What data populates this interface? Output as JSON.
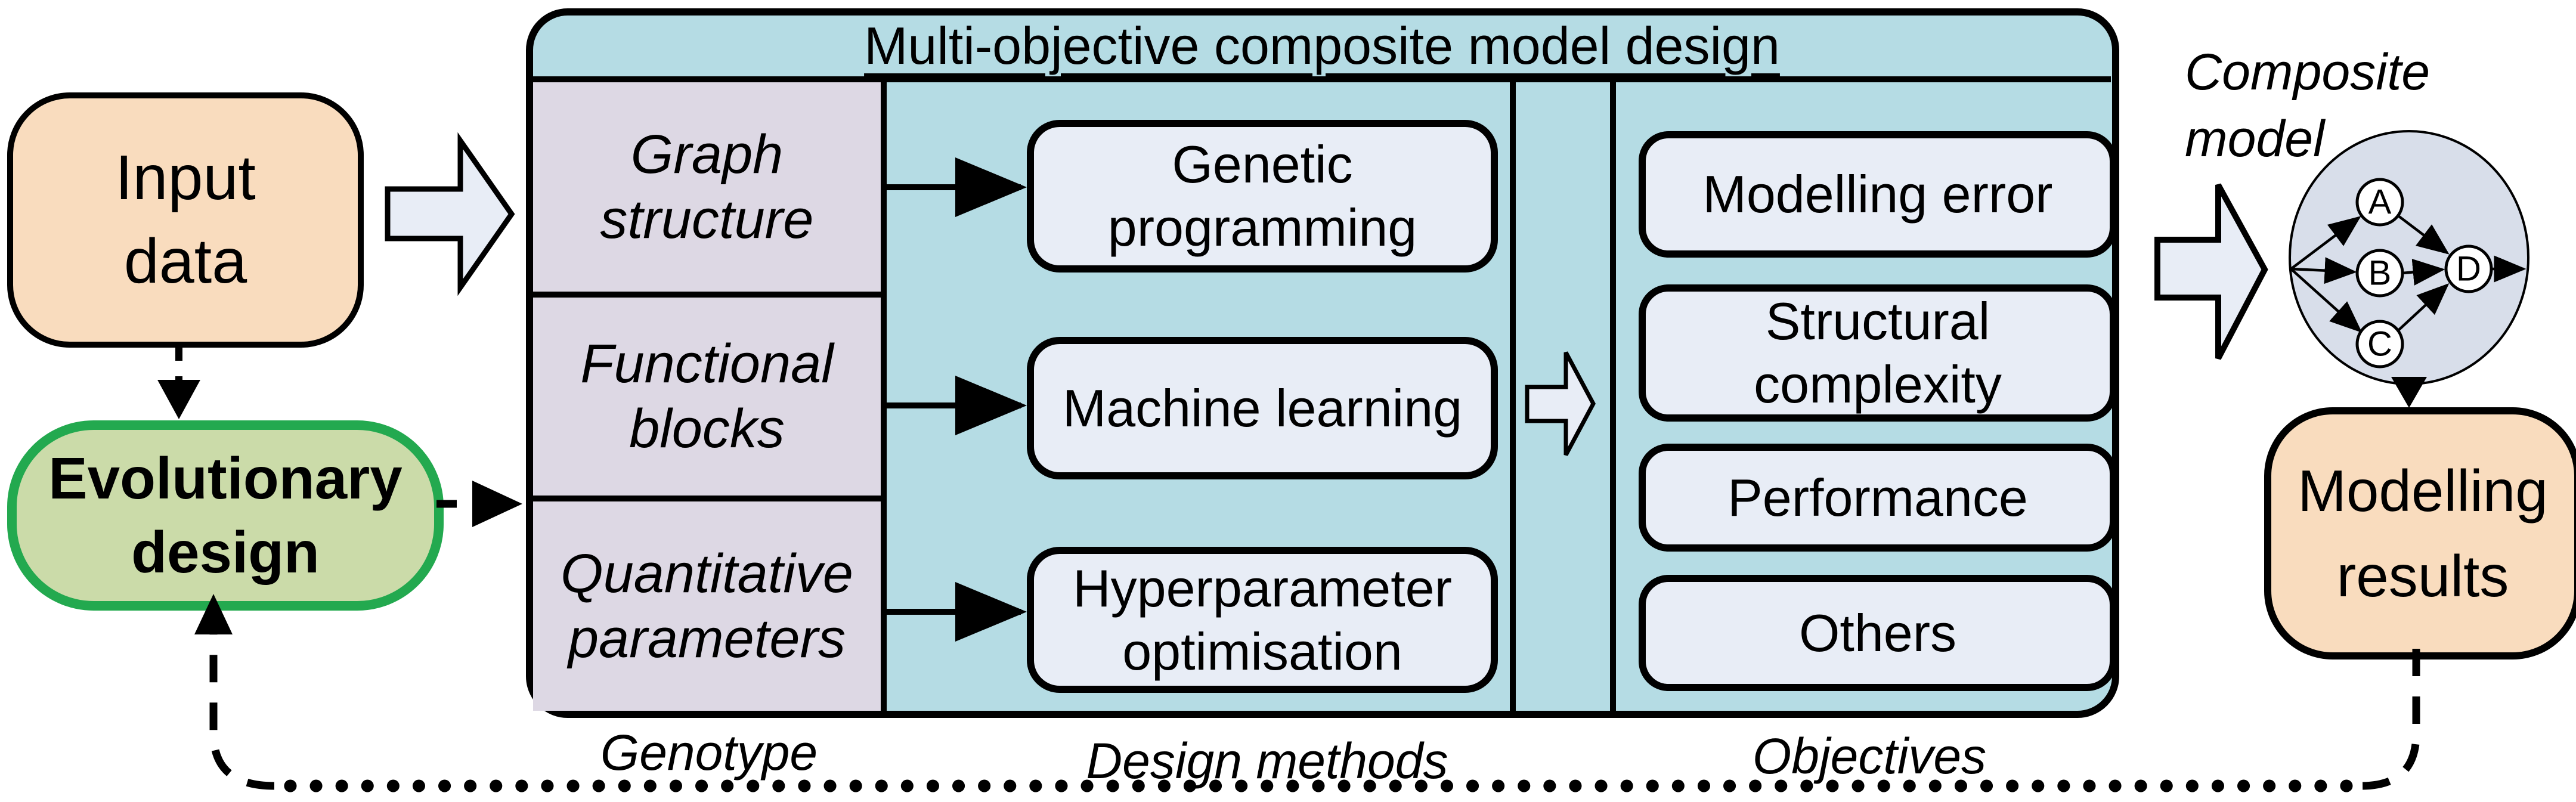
{
  "title": "Multi-objective composite model design",
  "input_box": {
    "line1": "Input",
    "line2": "data"
  },
  "evolutionary_box": {
    "line1": "Evolutionary",
    "line2": "design"
  },
  "genotype": {
    "rows": [
      "Graph structure",
      "Functional blocks",
      "Quantitative parameters"
    ],
    "footer": "Genotype"
  },
  "methods": {
    "boxes": [
      "Genetic programming",
      "Machine learning",
      "Hyperparameter optimisation"
    ],
    "footer": "Design methods"
  },
  "objectives": {
    "boxes": [
      "Modelling error",
      "Structural complexity",
      "Performance",
      "Others"
    ],
    "footer": "Objectives"
  },
  "composite_model": {
    "label_line1": "Composite",
    "label_line2": "model",
    "nodes": [
      "A",
      "B",
      "C",
      "D"
    ]
  },
  "results_box": {
    "line1": "Modelling",
    "line2": "results"
  },
  "colors": {
    "peach": "#F9DCBE",
    "green_fill": "#CBDBA9",
    "green_border": "#23A94F",
    "container_fill": "#B5DCE4",
    "genotype_fill": "#DDD8E4",
    "box_fill": "#E8EDF6",
    "arrow_fill": "#E8EDF6",
    "graph_fill": "#D8DEEA",
    "line": "#000000"
  }
}
